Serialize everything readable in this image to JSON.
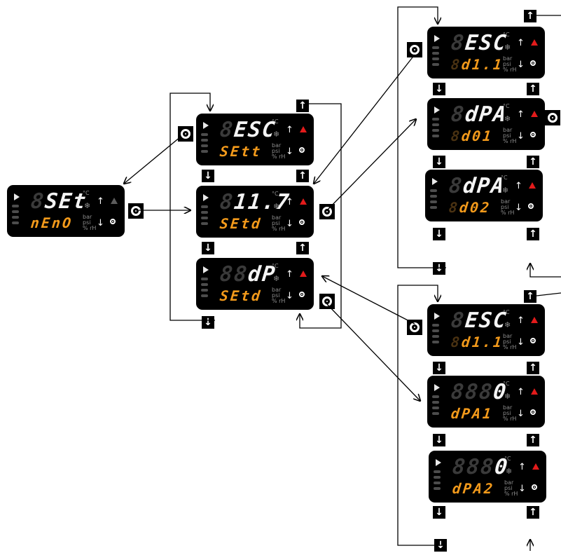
{
  "colors": {
    "display_bg": "#000000",
    "top_digits": "#f4f4f4",
    "bottom_digits": "#f39a1b",
    "alarm": "#e21b1b",
    "lines": "#000000"
  },
  "key_icons": {
    "up": "up-arrow-key-icon",
    "down": "down-arrow-key-icon",
    "set": "set-key-icon"
  },
  "displays": {
    "root": {
      "top": "SEt",
      "bottom": "nEnO",
      "alarm_active": false
    },
    "menu_esc": {
      "top": "ESC",
      "bottom": "SEtt",
      "alarm_active": true
    },
    "menu_value": {
      "top": "11.7",
      "bottom": "SEtd",
      "alarm_active": true
    },
    "menu_dp": {
      "top": "dP",
      "bottom": "SEtd",
      "alarm_active": true
    },
    "sub1_esc": {
      "top": "ESC",
      "bottom": "d1.1",
      "alarm_active": true
    },
    "sub1_dpa": {
      "top": "dPA",
      "bottom": "d01",
      "alarm_active": true
    },
    "sub1_dpa2": {
      "top": "dPA",
      "bottom": "d02",
      "alarm_active": true
    },
    "sub2_esc": {
      "top": "ESC",
      "bottom": "d1.1",
      "alarm_active": true
    },
    "sub2_dpa1": {
      "top": "0",
      "bottom": "dPA1",
      "alarm_active": true
    },
    "sub2_dpa2": {
      "top": "0",
      "bottom": "dPA2",
      "alarm_active": true
    }
  },
  "unit_labels": {
    "celsius": "°C",
    "bar": "bar",
    "psi": "psi",
    "rh": "% rH"
  }
}
